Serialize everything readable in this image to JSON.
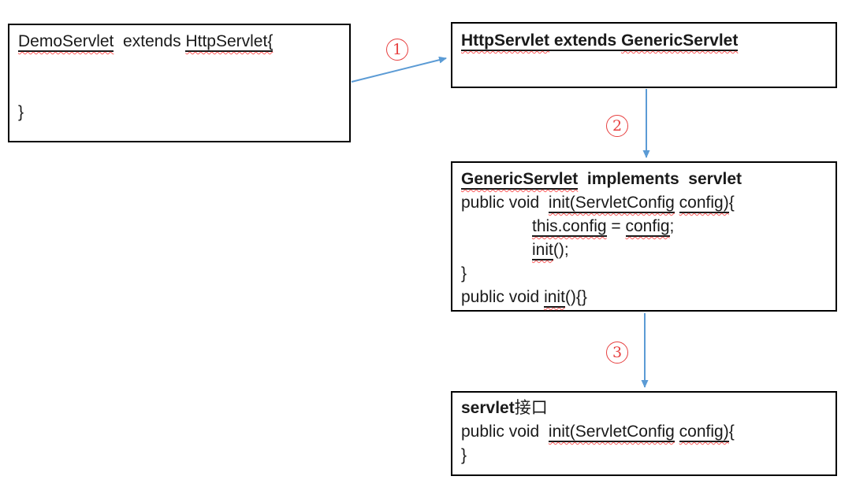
{
  "diagram": {
    "box_demo": {
      "line1": {
        "seg1": "DemoServlet",
        "seg2": "  extends ",
        "seg3": "HttpServlet{"
      },
      "line2": "}"
    },
    "box_http": {
      "title": {
        "seg1": "HttpServlet",
        "seg2": " extends ",
        "seg3": "GenericServlet"
      }
    },
    "box_generic": {
      "title": {
        "seg1": "GenericServlet",
        "seg2": "  implements  servlet"
      },
      "line2": {
        "seg1": "public void  ",
        "seg2": "init(ServletConfig",
        "sp": " ",
        "seg4": "config)",
        "seg5": "{"
      },
      "line3": {
        "seg1": "this.config",
        "seg2": " = ",
        "seg3": "config",
        "seg4": ";"
      },
      "line4": {
        "seg1": "init",
        "seg2": "();"
      },
      "line5": "}",
      "line6": {
        "seg1": "public void ",
        "seg2": "init",
        "seg3": "(){}"
      }
    },
    "box_servlet": {
      "title": {
        "seg1": "servlet",
        "seg2": "接口"
      },
      "line2": {
        "seg1": "public void  ",
        "seg2": "init(ServletConfig",
        "sp": " ",
        "seg4": "config)",
        "seg5": "{"
      },
      "line3": "}"
    },
    "arrows": {
      "step1": "1",
      "step2": "2",
      "step3": "3"
    },
    "colors": {
      "arrow_blue": "#5B9BD5",
      "squiggle_red": "#ff5c5c",
      "badge_red": "#e74040",
      "box_border": "#000000"
    }
  }
}
